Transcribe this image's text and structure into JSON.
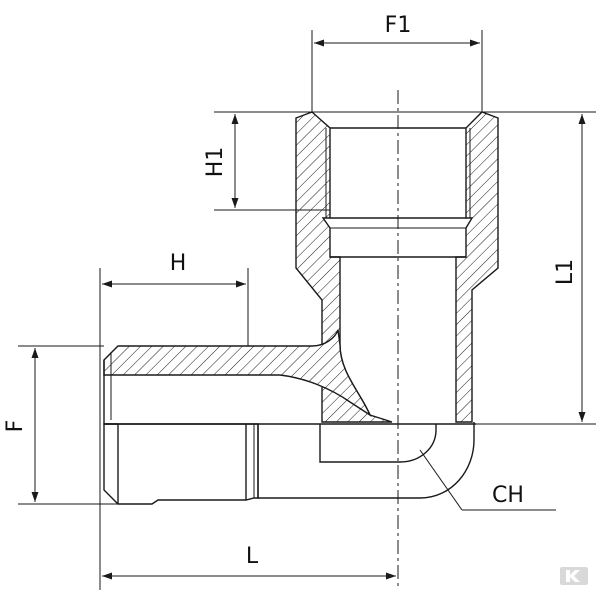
{
  "diagram": {
    "labels": {
      "f1": "F1",
      "h1": "H1",
      "l1": "L1",
      "h": "H",
      "f": "F",
      "l": "L",
      "ch": "CH"
    }
  },
  "colors": {
    "line": "#1a1a1a",
    "logo": "#d9d9d9"
  }
}
